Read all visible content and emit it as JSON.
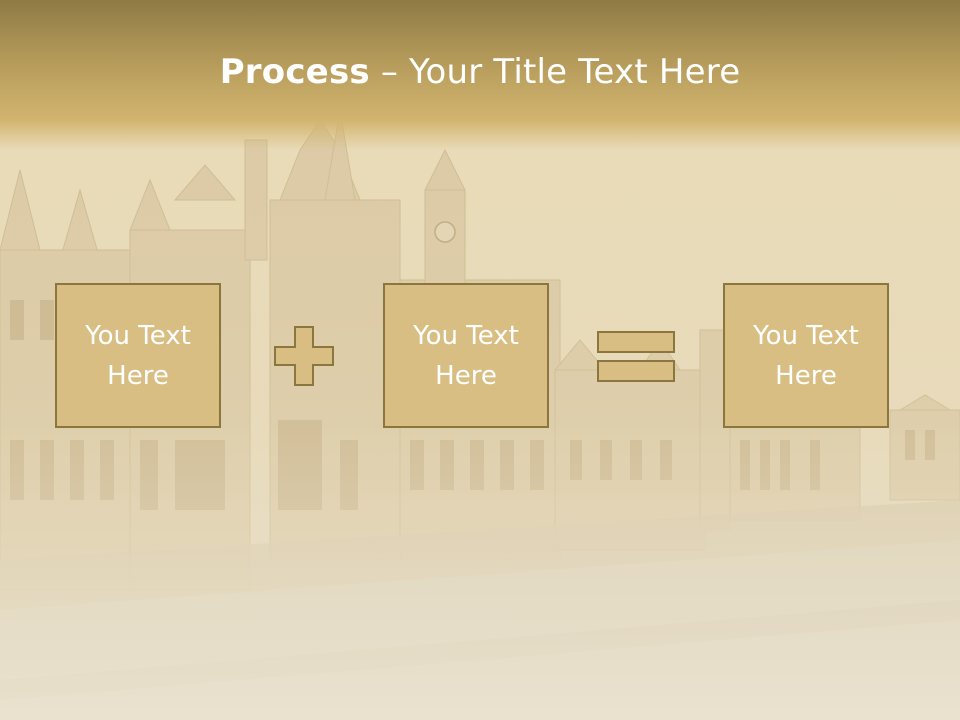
{
  "title": {
    "bold": "Process",
    "rest": " – Your Title Text Here"
  },
  "boxes": [
    {
      "line1": "You Text",
      "line2": "Here"
    },
    {
      "line1": "You Text",
      "line2": "Here"
    },
    {
      "line1": "You Text",
      "line2": "Here"
    }
  ],
  "operators": [
    "plus-icon",
    "equals-icon"
  ],
  "colors": {
    "header": "#b49a5a",
    "box_fill": "#d8be82",
    "box_border": "#8c7640",
    "text": "#ffffff"
  }
}
